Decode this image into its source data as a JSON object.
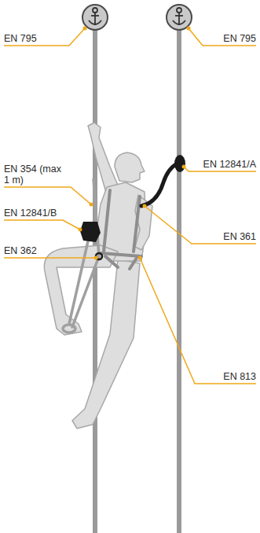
{
  "diagram": {
    "labels": [
      "EN 795",
      "EN 795",
      "EN 354 (max 1 m)",
      "EN 12841/B",
      "EN 362",
      "EN 12841/A",
      "EN 361",
      "EN 813"
    ]
  }
}
